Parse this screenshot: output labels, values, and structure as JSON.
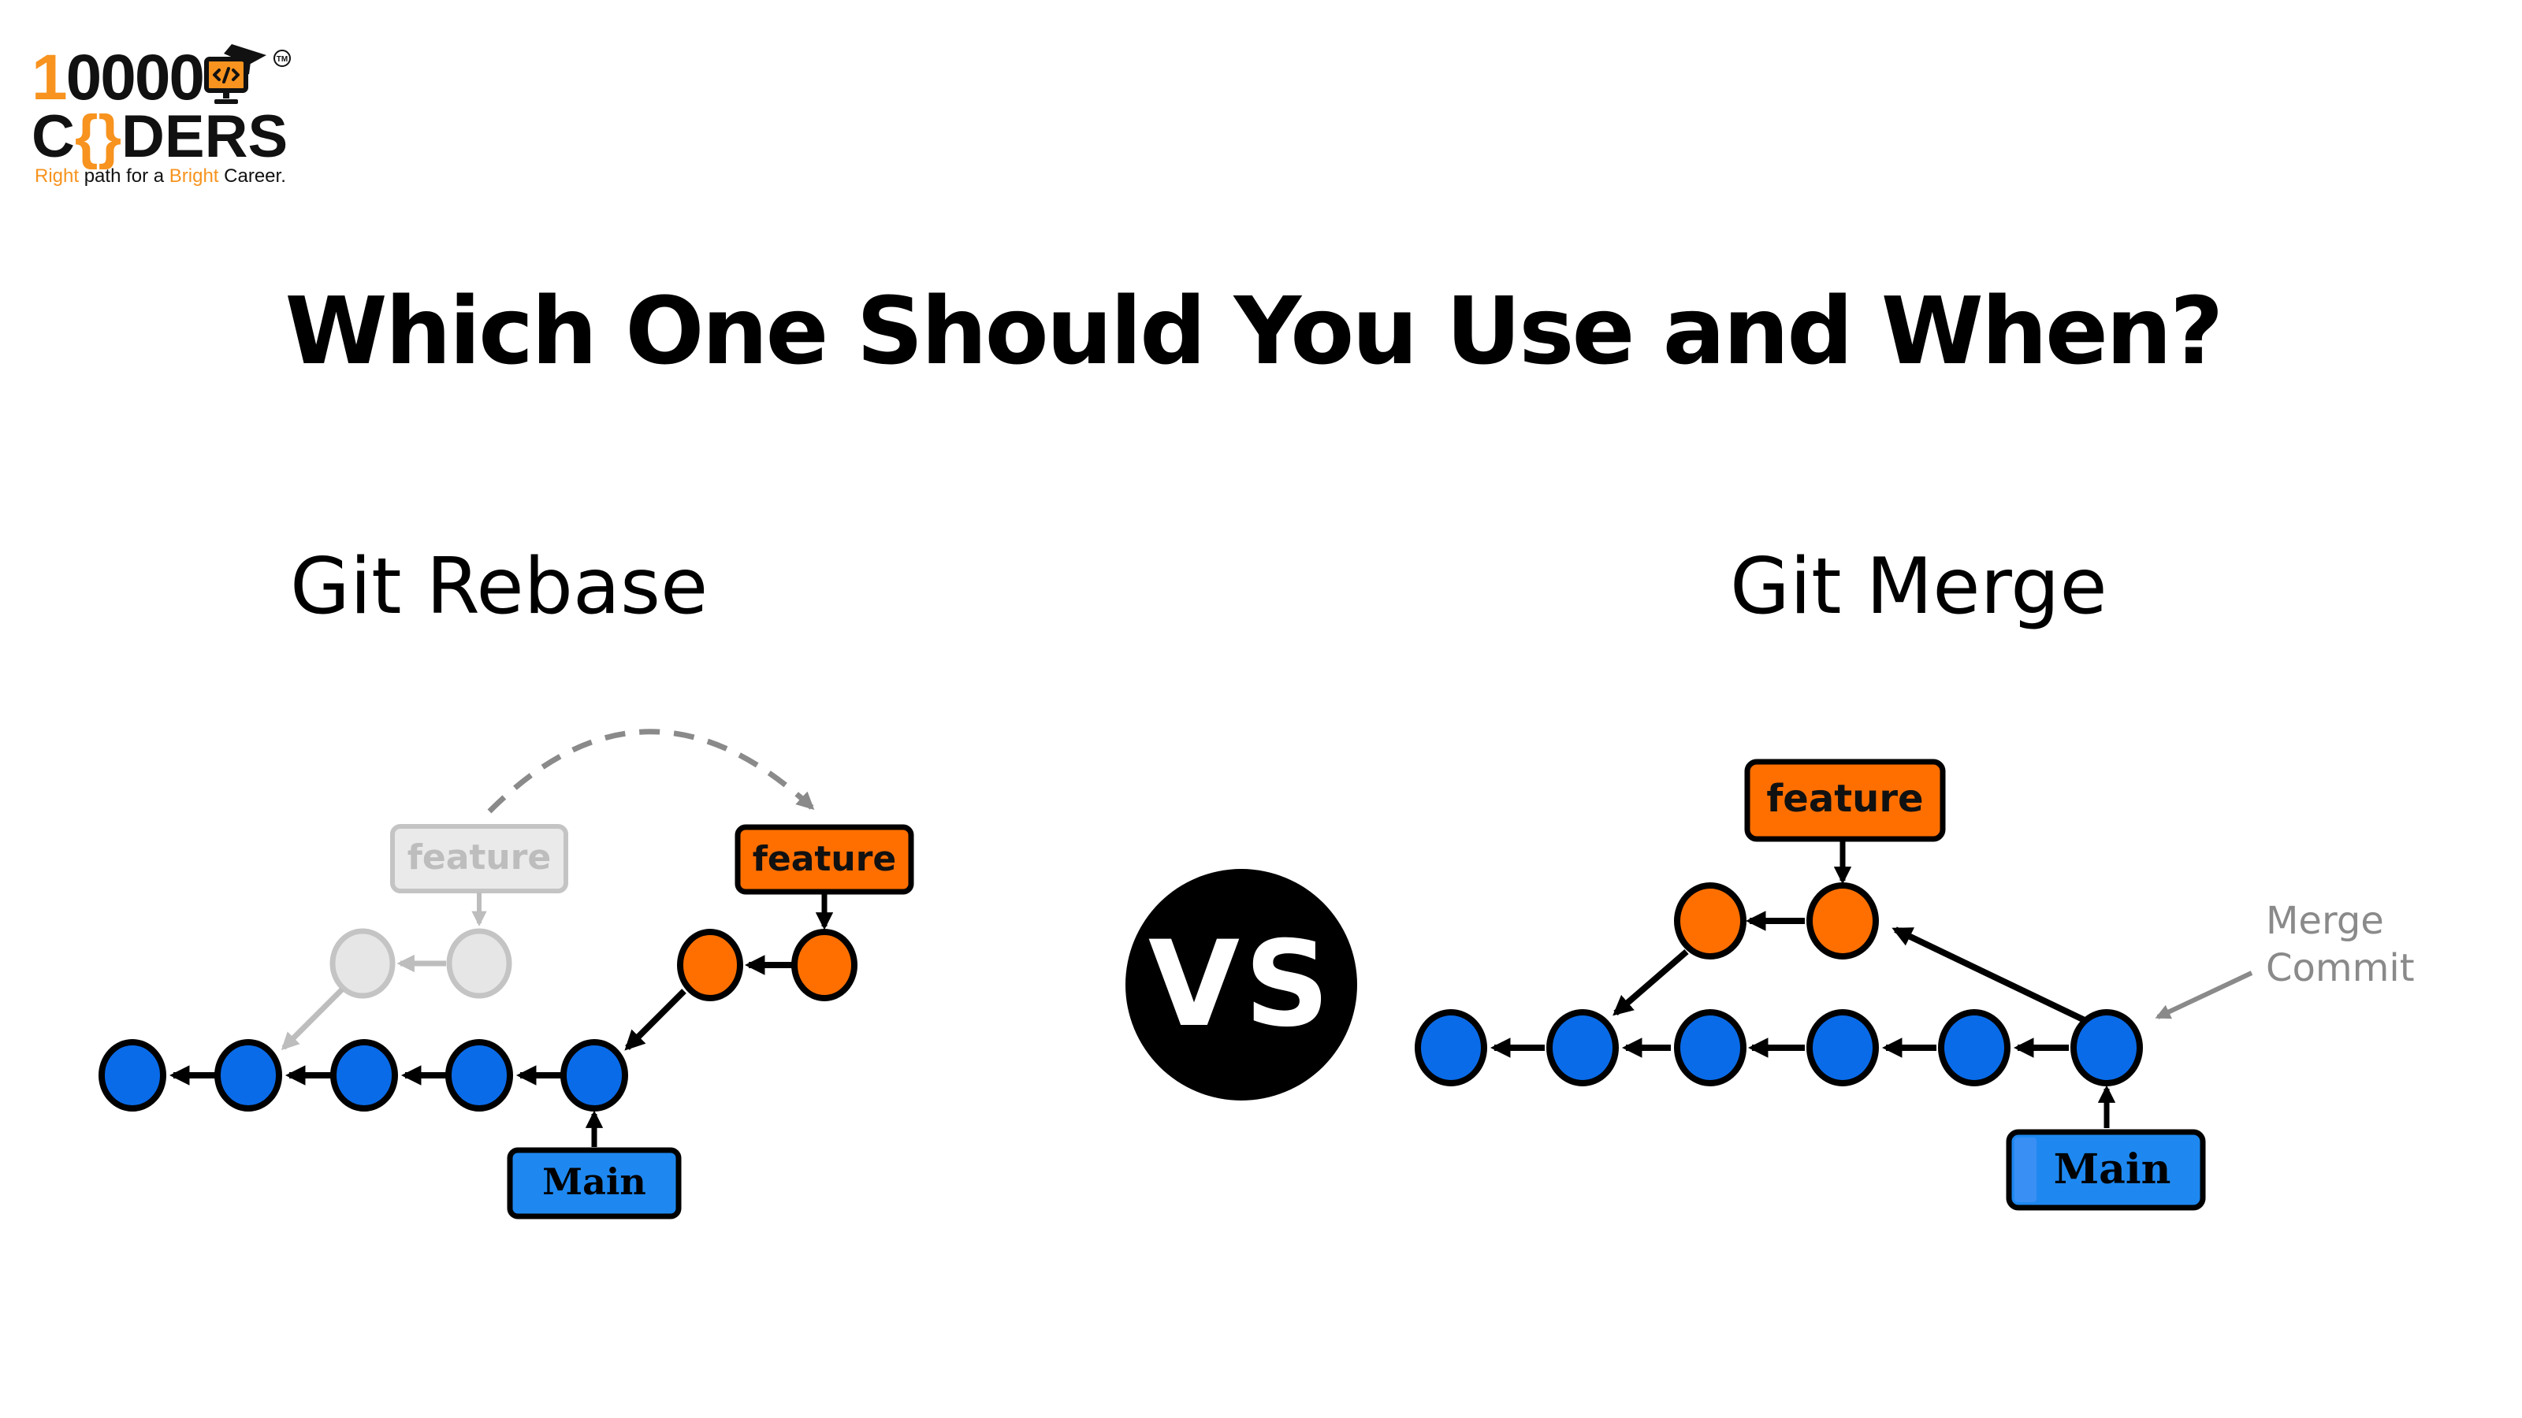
{
  "logo": {
    "number_accent": "1",
    "number_rest": "0000",
    "coders_c": "C",
    "coders_brace": "{}",
    "coders_rest": "DERS",
    "tagline": {
      "part1": "Right",
      "part2": " path for a ",
      "part3": "Bright",
      "part4": " Career."
    },
    "trademark": "TM",
    "icon": "monitor-code-graduation-cap-icon",
    "accent_color": "#F7931E"
  },
  "title": "Which One Should You Use and When?",
  "left": {
    "heading": "Git Rebase",
    "old_branch_label": "feature",
    "new_branch_label": "feature",
    "main_label": "Main"
  },
  "vs_badge": "VS",
  "right": {
    "heading": "Git Merge",
    "branch_label": "feature",
    "main_label": "Main",
    "annotation_line1": "Merge",
    "annotation_line2": "Commit"
  },
  "colors": {
    "main_commit": "#0A6BE8",
    "feature_commit": "#FF6F00",
    "ghost_commit": "#E6E6E6",
    "ghost_stroke": "#BDBDBD",
    "main_label_fill": "#1E88F0",
    "annotation_gray": "#8A8A8A"
  },
  "chart_data": {
    "type": "diagram",
    "title": "Which One Should You Use and When?",
    "panels": [
      {
        "name": "Git Rebase",
        "main_commits": 5,
        "feature_commits_rebased": 2,
        "feature_commits_original_ghost": 2,
        "branch_pointers": [
          "feature",
          "Main"
        ],
        "note": "feature branch moved (dashed arrow) from old base to tip of Main"
      },
      {
        "name": "Git Merge",
        "main_commits": 6,
        "feature_commits": 2,
        "branch_pointers": [
          "feature",
          "Main"
        ],
        "annotation": "Merge Commit"
      }
    ]
  }
}
